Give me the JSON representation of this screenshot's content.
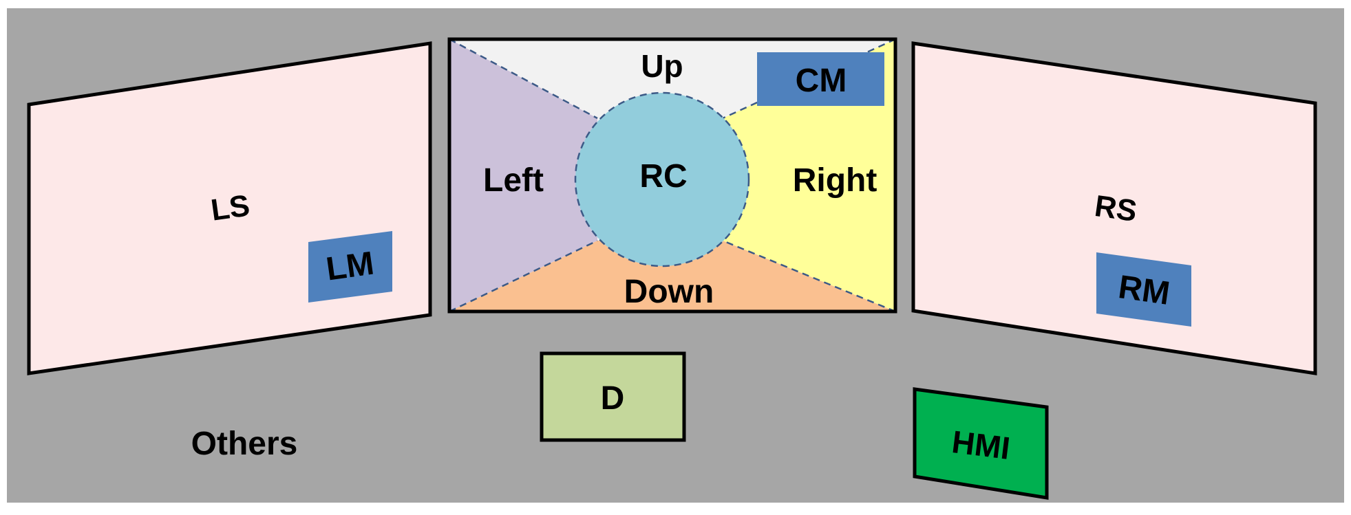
{
  "colors": {
    "background": "#a6a6a6",
    "side_screen": "#fde8e8",
    "mirror": "#4f81bd",
    "up_region": "#f2f2f2",
    "left_region": "#ccc1da",
    "right_region": "#ffff99",
    "down_region": "#fac090",
    "center_circle": "#92cddc",
    "dashboard": "#c4d79b",
    "hmi": "#00b050",
    "outline": "#000000",
    "dashed_line": "#3c5a87"
  },
  "labels": {
    "left_screen": "LS",
    "left_mirror": "LM",
    "right_screen": "RS",
    "right_mirror": "RM",
    "up": "Up",
    "center_mirror": "CM",
    "left": "Left",
    "right": "Right",
    "road_center": "RC",
    "down": "Down",
    "dashboard": "D",
    "hmi": "HMI",
    "others": "Others"
  }
}
